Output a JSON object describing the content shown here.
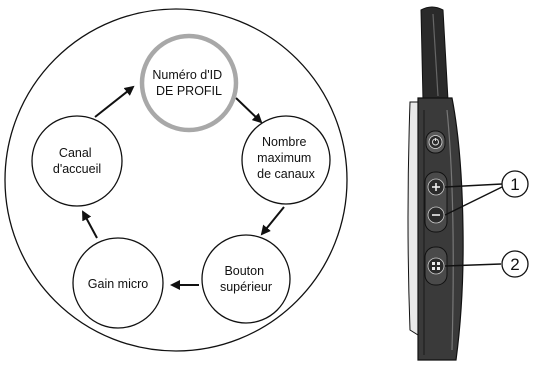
{
  "cycle": {
    "nodes": [
      {
        "id": "profile-id",
        "lines": [
          "Numéro d'ID",
          "DE PROFIL"
        ],
        "highlighted": true
      },
      {
        "id": "max-channels",
        "lines": [
          "Nombre",
          "maximum",
          "de canaux"
        ],
        "highlighted": false
      },
      {
        "id": "top-button",
        "lines": [
          "Bouton",
          "supérieur"
        ],
        "highlighted": false
      },
      {
        "id": "mic-gain",
        "lines": [
          "Gain micro"
        ],
        "highlighted": false
      },
      {
        "id": "home-channel",
        "lines": [
          "Canal",
          "d'accueil"
        ],
        "highlighted": false
      }
    ],
    "highlight_color": "#a8a8a8"
  },
  "device": {
    "callouts": [
      {
        "number": "1",
        "target": "volume-buttons"
      },
      {
        "number": "2",
        "target": "menu-button"
      }
    ],
    "icons": {
      "top_button": "power-icon",
      "plus_button": "plus-icon",
      "minus_button": "minus-icon",
      "menu_button": "grid-icon"
    }
  }
}
